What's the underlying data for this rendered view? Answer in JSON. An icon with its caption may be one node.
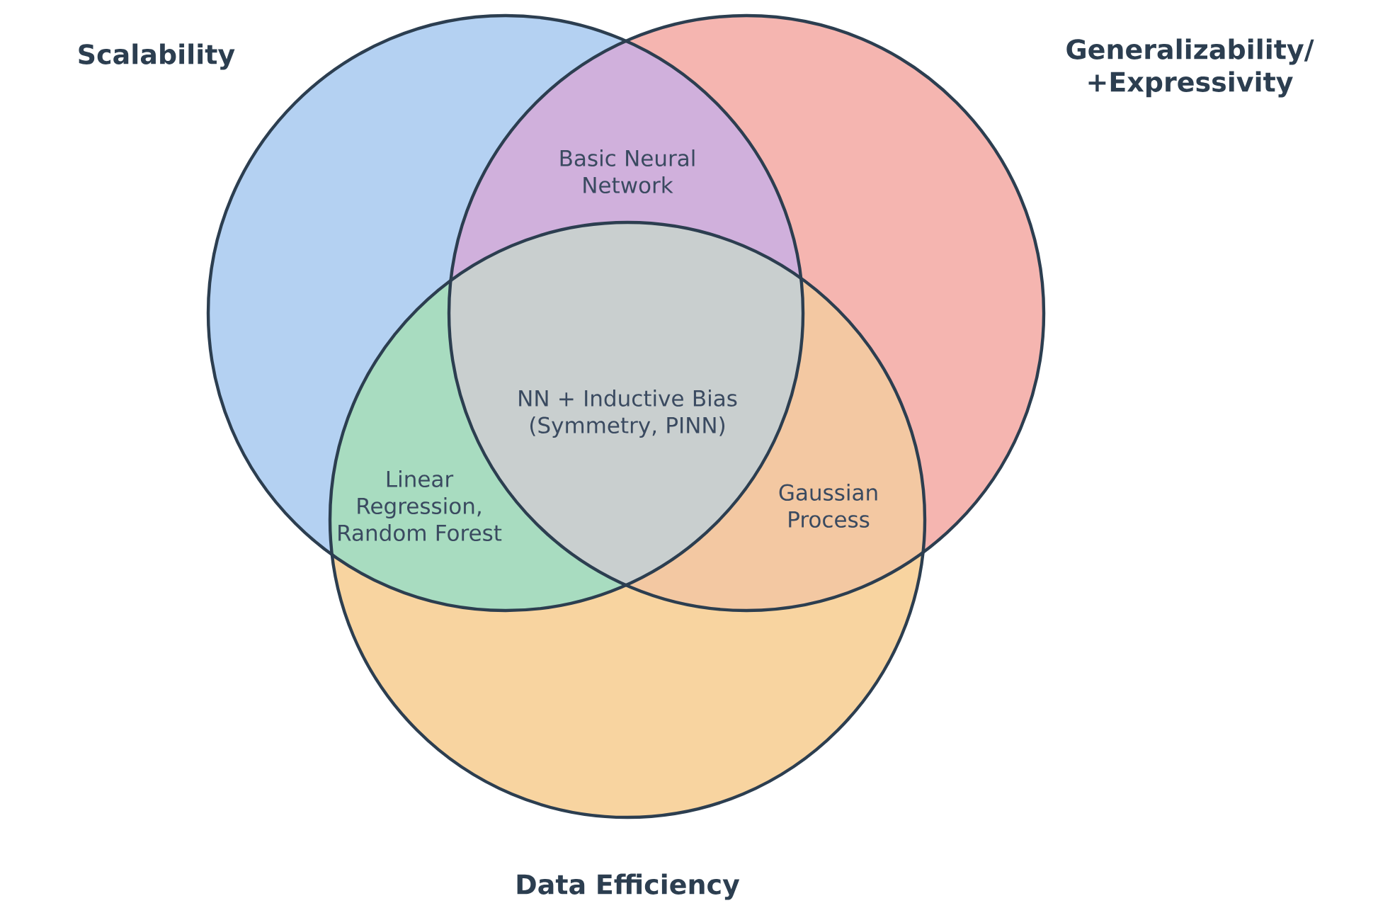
{
  "diagram": {
    "nodes": [
      {
        "text": [
          "Scalability"
        ]
      },
      {
        "text": [
          "Generalizability/ +Expressivity"
        ]
      },
      {
        "text": [
          "Data Efficiency"
        ]
      }
    ],
    "labels": [
      "Basic Neural Network",
      "NN + Inductive Bias (Symmetry, PINN)",
      "Linear Regression, Random Forest",
      "Gaussian Process"
    ]
  }
}
